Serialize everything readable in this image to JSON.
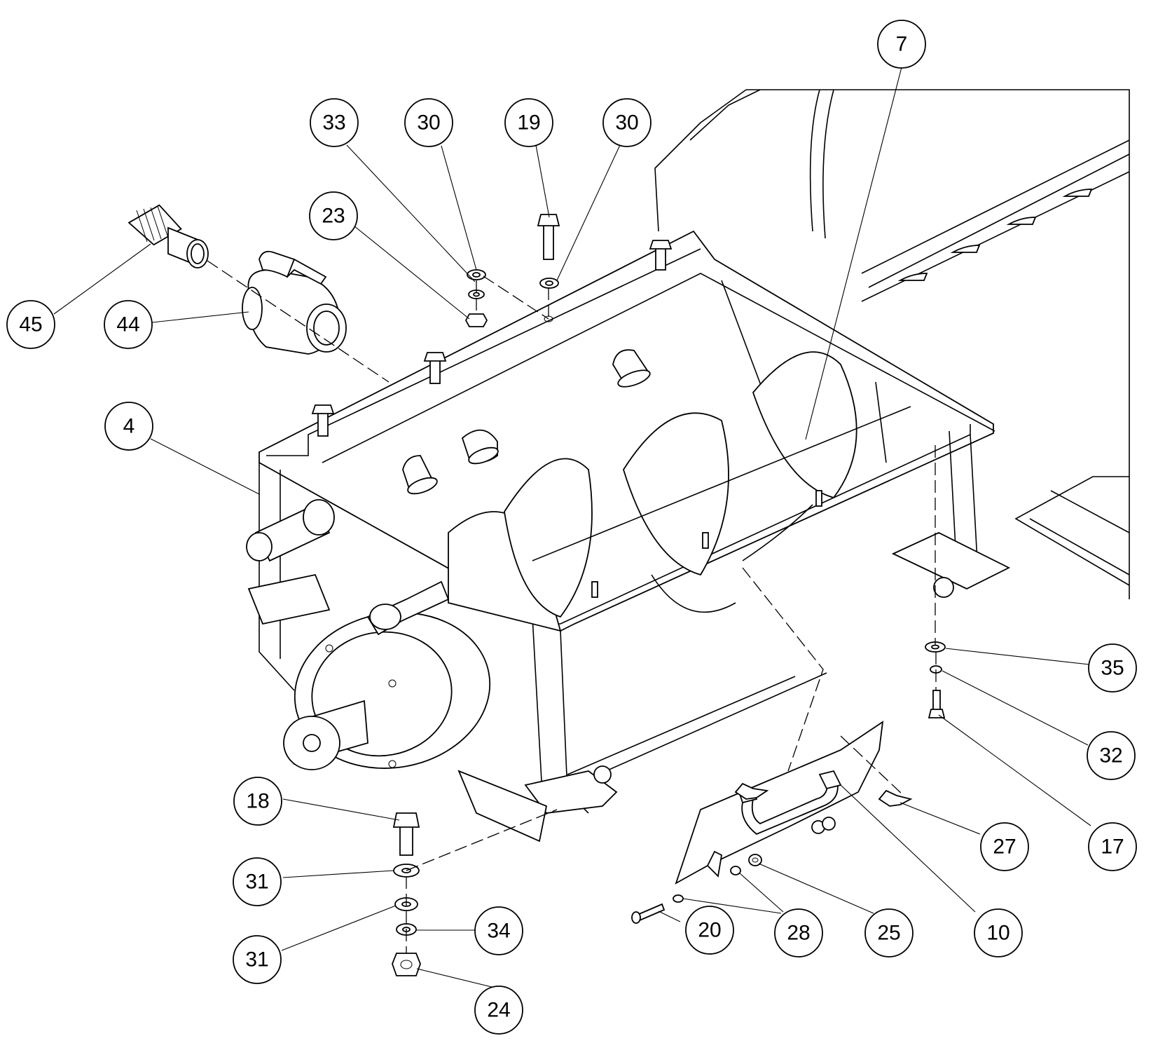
{
  "colors": {
    "ink": "#000000",
    "paper": "#ffffff"
  },
  "callouts": [
    {
      "id": "c7",
      "label": "7"
    },
    {
      "id": "c33",
      "label": "33"
    },
    {
      "id": "c30a",
      "label": "30"
    },
    {
      "id": "c19",
      "label": "19"
    },
    {
      "id": "c30b",
      "label": "30"
    },
    {
      "id": "c23",
      "label": "23"
    },
    {
      "id": "c45",
      "label": "45"
    },
    {
      "id": "c44",
      "label": "44"
    },
    {
      "id": "c4",
      "label": "4"
    },
    {
      "id": "c35",
      "label": "35"
    },
    {
      "id": "c32",
      "label": "32"
    },
    {
      "id": "c18",
      "label": "18"
    },
    {
      "id": "c27",
      "label": "27"
    },
    {
      "id": "c17",
      "label": "17"
    },
    {
      "id": "c31a",
      "label": "31"
    },
    {
      "id": "c34",
      "label": "34"
    },
    {
      "id": "c20",
      "label": "20"
    },
    {
      "id": "c28",
      "label": "28"
    },
    {
      "id": "c25",
      "label": "25"
    },
    {
      "id": "c10",
      "label": "10"
    },
    {
      "id": "c31b",
      "label": "31"
    },
    {
      "id": "c24",
      "label": "24"
    }
  ]
}
